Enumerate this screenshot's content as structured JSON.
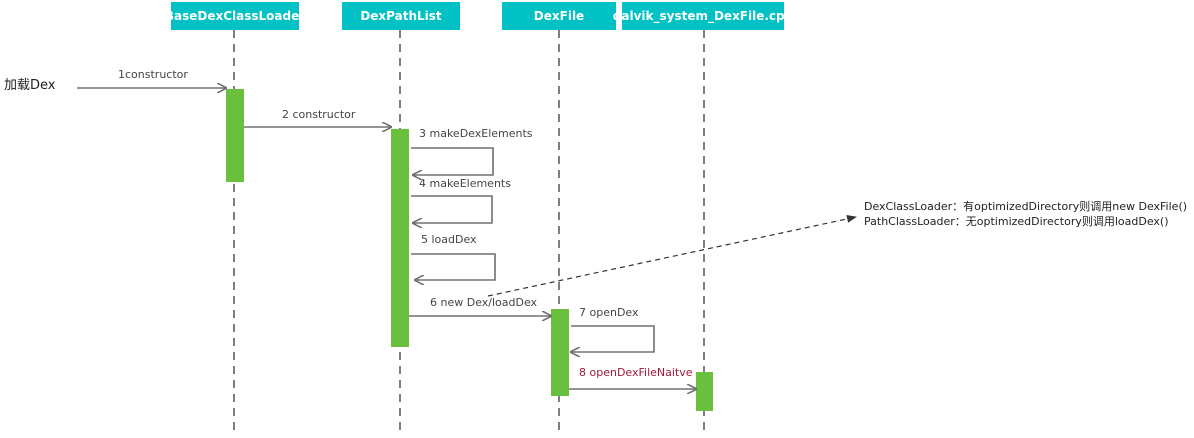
{
  "actor_label": "加载Dex",
  "lifelines": [
    {
      "label": "BaseDexClassLoader"
    },
    {
      "label": "DexPathList"
    },
    {
      "label": "DexFile"
    },
    {
      "label": "dalvik_system_DexFile.cpp"
    }
  ],
  "messages": [
    {
      "label": "1constructor"
    },
    {
      "label": "2 constructor"
    },
    {
      "label": "3 makeDexElements"
    },
    {
      "label": "4 makeElements"
    },
    {
      "label": "5 loadDex"
    },
    {
      "label": "6 new Dex/loadDex"
    },
    {
      "label": "7 openDex"
    },
    {
      "label": "8 openDexFileNaitve"
    }
  ],
  "note": {
    "line1": "DexClassLoader：有optimizedDirectory则调用new DexFile()",
    "line2": "PathClassLoader：无optimizedDirectory则调用loadDex()"
  },
  "colors": {
    "header": "#00c1c4",
    "activation": "#6abf3c",
    "arrow": "#707070",
    "lifeline": "#555555",
    "highlight_label": "#a3183b"
  }
}
